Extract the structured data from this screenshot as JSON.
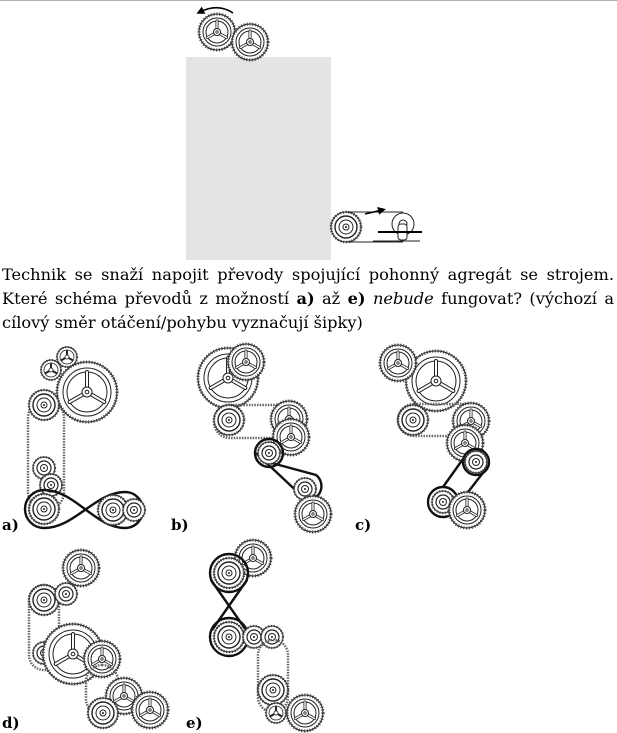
{
  "question": {
    "part1": "Technik se snaží napojit převody spojující pohonný agregát se strojem. Které schéma převodů z možností ",
    "bold_a": "a)",
    "part2": " až ",
    "bold_e": "e)",
    "part3": " ",
    "italic_word": "nebude",
    "part4": " fungovat? (výchozí a cílový směr otáčení/pohybu vyznačují šipky)"
  },
  "options": [
    {
      "label": "a)"
    },
    {
      "label": "b)"
    },
    {
      "label": "c)"
    },
    {
      "label": "d)"
    },
    {
      "label": "e)"
    }
  ],
  "colors": {
    "machine_box": "#e4e4e4",
    "line": "#222222"
  }
}
